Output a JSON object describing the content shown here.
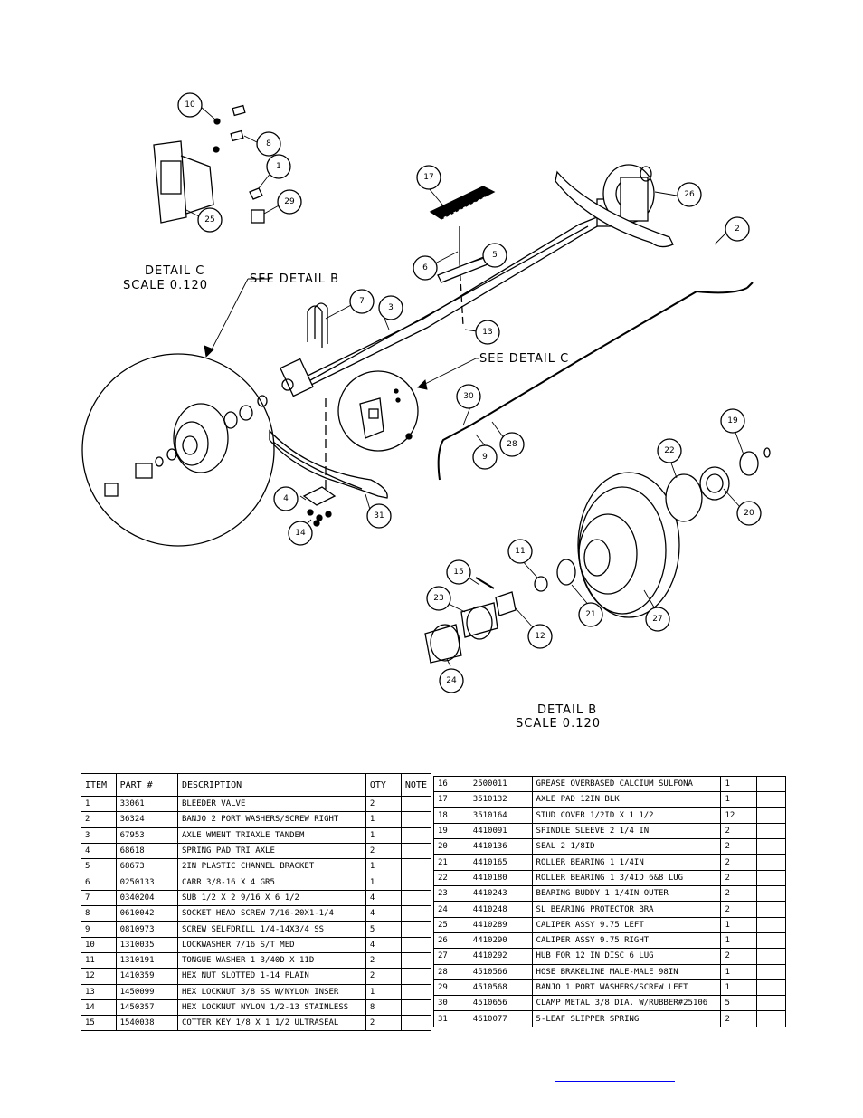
{
  "labels": {
    "detail_c": "DETAIL  C",
    "detail_c_scale": "SCALE  0.120",
    "see_detail_b": "SEE DETAIL  B",
    "see_detail_c": "SEE DETAIL  C",
    "detail_b": "DETAIL  B",
    "detail_b_scale": "SCALE  0.120"
  },
  "callouts": {
    "c1": "1",
    "c2": "2",
    "c3": "3",
    "c4": "4",
    "c5": "5",
    "c6": "6",
    "c7": "7",
    "c8": "8",
    "c9": "9",
    "c10": "10",
    "c11": "11",
    "c12": "12",
    "c13": "13",
    "c14": "14",
    "c15": "15",
    "c17": "17",
    "c19": "19",
    "c20": "20",
    "c21": "21",
    "c22": "22",
    "c23": "23",
    "c24": "24",
    "c25": "25",
    "c26": "26",
    "c27": "27",
    "c28": "28",
    "c29": "29",
    "c30": "30",
    "c31": "31"
  },
  "table": {
    "headers": {
      "item": "ITEM",
      "part": "PART #",
      "desc": "DESCRIPTION",
      "qty": "QTY",
      "note": "NOTE"
    },
    "left_rows": [
      {
        "item": "1",
        "part": "33061",
        "desc": "BLEEDER VALVE",
        "qty": "2"
      },
      {
        "item": "2",
        "part": "36324",
        "desc": "BANJO 2 PORT WASHERS/SCREW RIGHT",
        "qty": "1"
      },
      {
        "item": "3",
        "part": "67953",
        "desc": "AXLE WMENT   TRIAXLE TANDEM",
        "qty": "1"
      },
      {
        "item": "4",
        "part": "68618",
        "desc": "SPRING PAD   TRI AXLE",
        "qty": "2"
      },
      {
        "item": "5",
        "part": "68673",
        "desc": "2IN PLASTIC CHANNEL BRACKET",
        "qty": "1"
      },
      {
        "item": "6",
        "part": "0250133",
        "desc": "CARR 3/8-16 X 4 GR5",
        "qty": "1"
      },
      {
        "item": "7",
        "part": "0340204",
        "desc": "SUB 1/2 X 2 9/16 X 6 1/2",
        "qty": "4"
      },
      {
        "item": "8",
        "part": "0610042",
        "desc": "SOCKET HEAD SCREW 7/16-20X1-1/4",
        "qty": "4"
      },
      {
        "item": "9",
        "part": "0810973",
        "desc": "SCREW SELFDRILL  1/4-14X3/4 SS",
        "qty": "5"
      },
      {
        "item": "10",
        "part": "1310035",
        "desc": "LOCKWASHER 7/16 S/T MED",
        "qty": "4"
      },
      {
        "item": "11",
        "part": "1310191",
        "desc": "TONGUE WASHER 1 3/40D X 11D",
        "qty": "2"
      },
      {
        "item": "12",
        "part": "1410359",
        "desc": "HEX NUT SLOTTED 1-14 PLAIN",
        "qty": "2"
      },
      {
        "item": "13",
        "part": "1450099",
        "desc": "HEX LOCKNUT 3/8 SS W/NYLON INSER",
        "qty": "1"
      },
      {
        "item": "14",
        "part": "1450357",
        "desc": "HEX LOCKNUT NYLON 1/2-13 STAINLESS",
        "qty": "8"
      },
      {
        "item": "15",
        "part": "1540038",
        "desc": "COTTER KEY 1/8 X 1 1/2 ULTRASEAL",
        "qty": "2"
      }
    ],
    "right_rows": [
      {
        "item": "16",
        "part": "2500011",
        "desc": "GREASE OVERBASED CALCIUM SULFONA",
        "qty": "1"
      },
      {
        "item": "17",
        "part": "3510132",
        "desc": "AXLE PAD 12IN  BLK",
        "qty": "1"
      },
      {
        "item": "18",
        "part": "3510164",
        "desc": "STUD COVER 1/2ID X 1 1/2",
        "qty": "12"
      },
      {
        "item": "19",
        "part": "4410091",
        "desc": "SPINDLE SLEEVE 2 1/4 IN",
        "qty": "2"
      },
      {
        "item": "20",
        "part": "4410136",
        "desc": "SEAL  2 1/8ID",
        "qty": "2"
      },
      {
        "item": "21",
        "part": "4410165",
        "desc": "ROLLER BEARING  1 1/4IN",
        "qty": "2"
      },
      {
        "item": "22",
        "part": "4410180",
        "desc": "ROLLER BEARING  1 3/4ID 6&8 LUG",
        "qty": "2"
      },
      {
        "item": "23",
        "part": "4410243",
        "desc": "BEARING BUDDY  1 1/4IN OUTER",
        "qty": "2"
      },
      {
        "item": "24",
        "part": "4410248",
        "desc": "SL BEARING PROTECTOR BRA",
        "qty": "2"
      },
      {
        "item": "25",
        "part": "4410289",
        "desc": "CALIPER ASSY 9.75 LEFT",
        "qty": "1"
      },
      {
        "item": "26",
        "part": "4410290",
        "desc": "CALIPER ASSY 9.75 RIGHT",
        "qty": "1"
      },
      {
        "item": "27",
        "part": "4410292",
        "desc": "HUB FOR 12 IN DISC 6 LUG",
        "qty": "2"
      },
      {
        "item": "28",
        "part": "4510566",
        "desc": "HOSE BRAKELINE MALE-MALE 98IN",
        "qty": "1"
      },
      {
        "item": "29",
        "part": "4510568",
        "desc": "BANJO 1 PORT WASHERS/SCREW LEFT",
        "qty": "1"
      },
      {
        "item": "30",
        "part": "4510656",
        "desc": "CLAMP METAL 3/8 DIA. W/RUBBER#25106",
        "qty": "5"
      },
      {
        "item": "31",
        "part": "4610077",
        "desc": "5-LEAF SLIPPER SPRING",
        "qty": "2"
      }
    ]
  }
}
